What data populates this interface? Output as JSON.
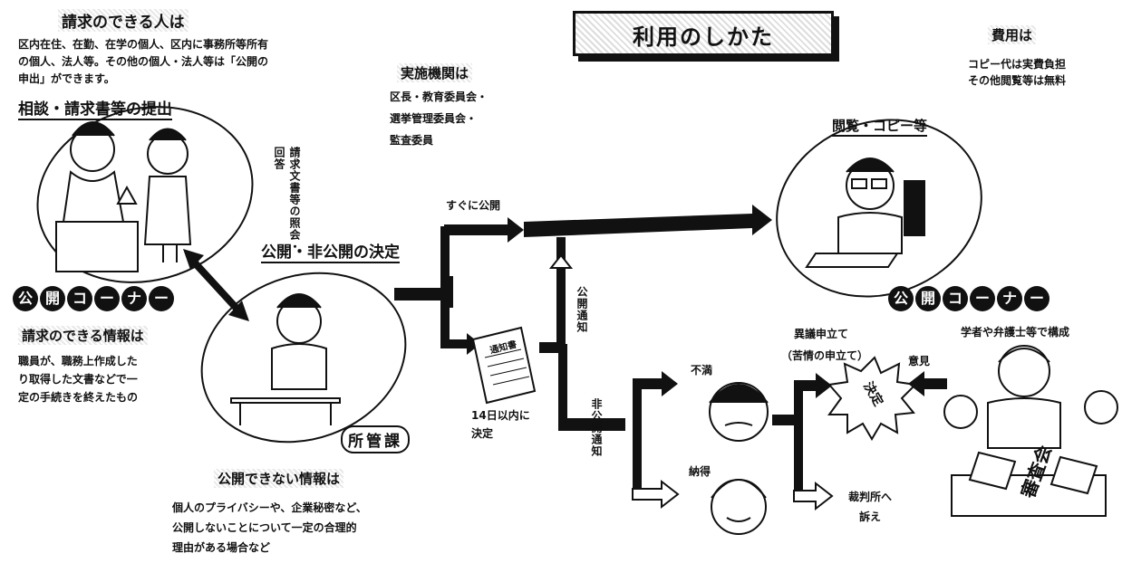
{
  "title": "利用のしかた",
  "request_people": {
    "heading": "請求のできる人は",
    "lines": [
      "区内在住、在勤、在学の個人、区内に事務所等所有",
      "の個人、法人等。その他の個人・法人等は「公開の",
      "申出」ができます。"
    ]
  },
  "consult_heading": "相談・請求書等の提出",
  "implementing_bodies": {
    "heading": "実施機関は",
    "lines": [
      "区長・教育委員会・",
      "選挙管理委員会・",
      "監査委員"
    ]
  },
  "cost": {
    "heading": "費用は",
    "lines": [
      "コピー代は実費負担",
      "その他閲覧等は無料"
    ]
  },
  "viewing_heading": "閲覧・コピー等",
  "vertical_request_docs": "請求文書等の照会・回答",
  "decision_heading": "公開・非公開の決定",
  "immediate": "すぐに公開",
  "notice_public": "公開通知",
  "notice_private": "非公開通知",
  "within_14": [
    "14日以内に",
    "決定"
  ],
  "public_corner_left": [
    "公",
    "開",
    "コ",
    "ー",
    "ナ",
    "ー"
  ],
  "public_corner_right": [
    "公",
    "開",
    "コ",
    "ー",
    "ナ",
    "ー"
  ],
  "requestable_info": {
    "heading": "請求のできる情報は",
    "lines": [
      "職員が、職務上作成した",
      "り取得した文書などで一",
      "定の手続きを終えたもの"
    ]
  },
  "section": "所管課",
  "not_public": {
    "heading": "公開できない情報は",
    "lines": [
      "個人のプライバシーや、企業秘密など、",
      "公開しないことについて一定の合理的",
      "理由がある場合など"
    ]
  },
  "dissatisfied": "不満",
  "satisfied": "納得",
  "objection": [
    "異議申立て",
    "（苦情の申立て）"
  ],
  "decision": "決定",
  "opinion": "意見",
  "committee_members": "学者や弁護士等で構成",
  "committee": "審査会",
  "court": [
    "裁判所へ",
    "訴え"
  ],
  "stamp": "通知書"
}
